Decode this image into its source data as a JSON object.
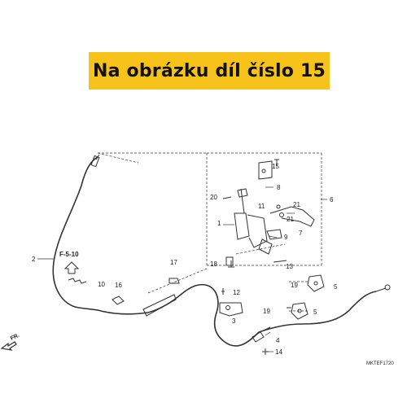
{
  "banner": {
    "text": "Na obrázku díl číslo 15",
    "background": "#f7c21a"
  },
  "diagram": {
    "type": "exploded parts diagram",
    "reference_label": "F-5-10",
    "direction_label": "FR.",
    "code": "MKTEF1720",
    "callouts": [
      "1",
      "2",
      "3",
      "4",
      "5",
      "5",
      "6",
      "7",
      "8",
      "9",
      "10",
      "11",
      "12",
      "13",
      "14",
      "15",
      "16",
      "17",
      "18",
      "19",
      "19",
      "20",
      "21",
      "21"
    ]
  }
}
